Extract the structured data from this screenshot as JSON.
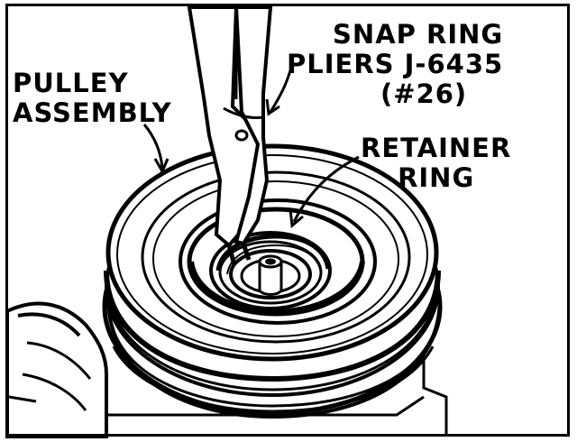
{
  "labels": {
    "pulley": {
      "line1": "PULLEY",
      "line2": "ASSEMBLY"
    },
    "snap_ring": {
      "line1": "SNAP RING",
      "line2": "PLIERS J-6435",
      "line3": "(#26)"
    },
    "retainer": {
      "line1": "RETAINER",
      "line2": "RING"
    }
  },
  "colors": {
    "ink": "#000000",
    "paper": "#ffffff"
  }
}
